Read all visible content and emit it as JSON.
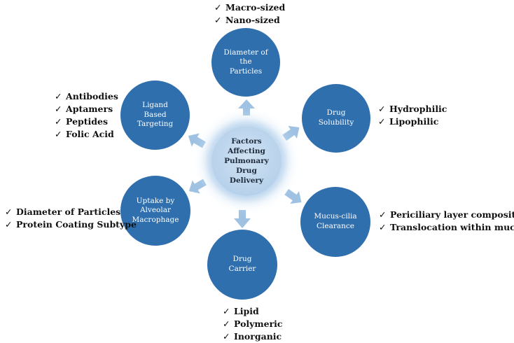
{
  "center": {
    "label": "Factors\nAffecting\nPulmonary\nDrug\nDelivery"
  },
  "nodes": [
    {
      "id": "diameter",
      "label": "Diameter of\nthe\nParticles",
      "items": [
        "Macro-sized",
        "Nano-sized"
      ]
    },
    {
      "id": "solubility",
      "label": "Drug\nSolubility",
      "items": [
        "Hydrophilic",
        "Lipophilic"
      ]
    },
    {
      "id": "mucus",
      "label": "Mucus-cilia\nClearance",
      "items": [
        "Periciliary layer composition",
        "Translocation within mucus"
      ]
    },
    {
      "id": "carrier",
      "label": "Drug\nCarrier",
      "items": [
        "Lipid",
        "Polymeric",
        "Inorganic"
      ]
    },
    {
      "id": "uptake",
      "label": "Uptake by\nAlveolar\nMacrophage",
      "items": [
        "Diameter of Particles",
        "Protein Coating Subtype"
      ]
    },
    {
      "id": "ligand",
      "label": "Ligand\nBased\nTargeting",
      "items": [
        "Antibodies",
        "Aptamers",
        "Peptides",
        "Folic Acid"
      ]
    }
  ],
  "check_symbol": "✓",
  "colors": {
    "node": "#2f6fae",
    "center": "#b9d3ec",
    "arrow": "#9fc2e3"
  }
}
